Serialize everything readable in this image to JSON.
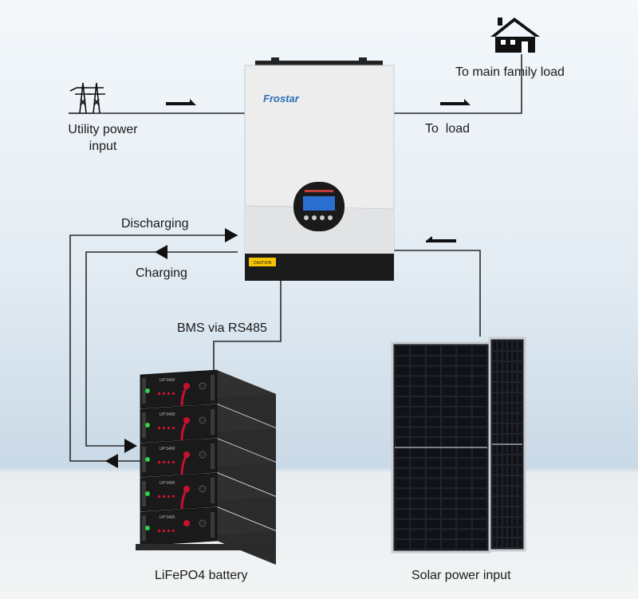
{
  "labels": {
    "utility_input": "Utility power\ninput",
    "to_load": "To  load",
    "to_main_family_load": "To main family load",
    "discharging": "Discharging",
    "charging": "Charging",
    "bms": "BMS via RS485",
    "battery": "LiFePO4 battery",
    "solar": "Solar power input"
  },
  "inverter": {
    "brand": "Frostar",
    "caution": "CAUTION"
  },
  "battery_module_label": "UP 5400",
  "colors": {
    "line": "#2a2a2a",
    "inverter_body": "#eceeef",
    "inverter_base": "#1b1b1b",
    "brand_blue": "#2a6fb8",
    "battery_body": "#1c1c1c",
    "terminal_red": "#c8102e",
    "panel_cell": "#1a1c22"
  },
  "icons": [
    "power-tower-icon",
    "house-icon",
    "arrow-right-icon",
    "arrow-left-icon"
  ]
}
